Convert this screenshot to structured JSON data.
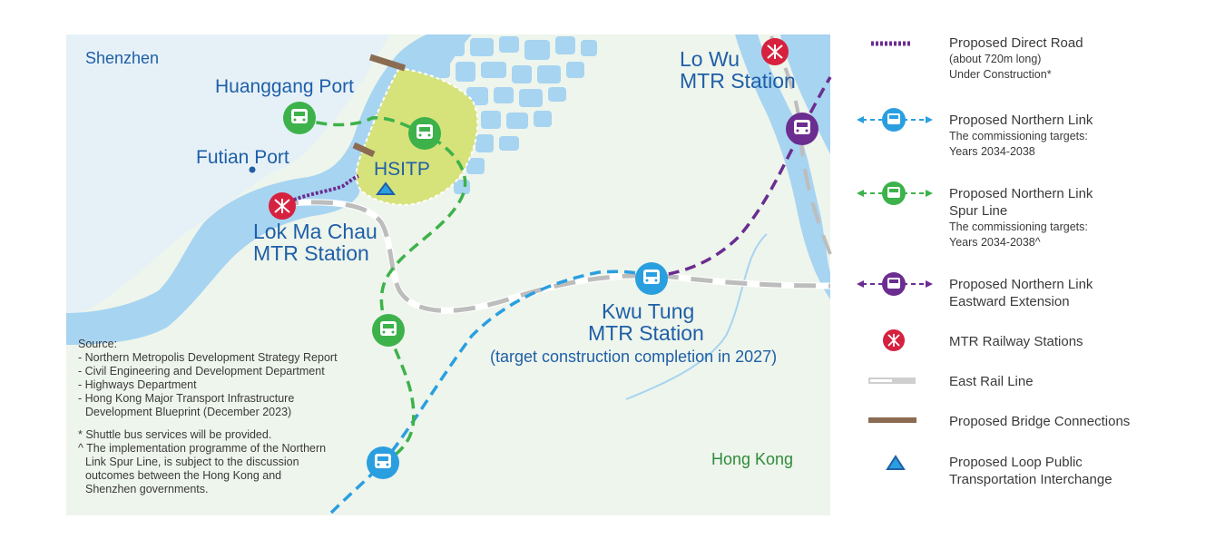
{
  "map": {
    "region_north": "Shenzhen",
    "region_south": "Hong Kong",
    "hsitp": "HSITP",
    "futian_port": "Futian Port",
    "huanggang_port": "Huanggang Port",
    "lo_wu_l1": "Lo Wu",
    "lo_wu_l2": "MTR Station",
    "lmc_l1": "Lok Ma Chau",
    "lmc_l2": "MTR Station",
    "kwu_tung_l1": "Kwu Tung",
    "kwu_tung_l2": "MTR Station",
    "kwu_tung_l3": "(target construction completion in 2027)"
  },
  "source": {
    "lines": [
      "Source:",
      "- Northern Metropolis Development Strategy Report",
      "- Civil Engineering and Development Department",
      "- Highways Department",
      "- Hong Kong Major Transport Infrastructure",
      "  Development Blueprint (December 2023)"
    ],
    "notes": [
      "* Shuttle bus services will be provided.",
      "^ The implementation programme of the Northern",
      "  Link Spur Line, is subject to the discussion",
      "  outcomes between the Hong Kong and",
      "  Shenzhen governments."
    ]
  },
  "legend": {
    "items": [
      {
        "title": "Proposed Direct Road",
        "sub": [
          "(about 720m long)",
          "Under Construction*"
        ]
      },
      {
        "title": "Proposed Northern Link",
        "sub": [
          "The commissioning targets:",
          "Years 2034-2038"
        ]
      },
      {
        "title": "Proposed Northern Link",
        "title2": "Spur Line",
        "sub": [
          "The commissioning targets:",
          "Years 2034-2038^"
        ]
      },
      {
        "title": "Proposed Northern Link",
        "title2": "Eastward Extension",
        "sub": []
      },
      {
        "title": "MTR Railway Stations",
        "sub": []
      },
      {
        "title": "East Rail Line",
        "sub": []
      },
      {
        "title": "Proposed Bridge Connections",
        "sub": []
      },
      {
        "title": "Proposed Loop Public",
        "title2": "Transportation Interchange",
        "sub": []
      }
    ]
  },
  "colors": {
    "land": "#eef5ec",
    "water": "#a7d4f1",
    "hsitp": "#d6e27a",
    "blue_line": "#2a9fe0",
    "green_line": "#3db24b",
    "purple_line": "#6b2d90",
    "mtr_red": "#d6213f",
    "bridge": "#8b6b52",
    "label_blue": "#1f5fa8",
    "label_green": "#2f8c3a"
  }
}
